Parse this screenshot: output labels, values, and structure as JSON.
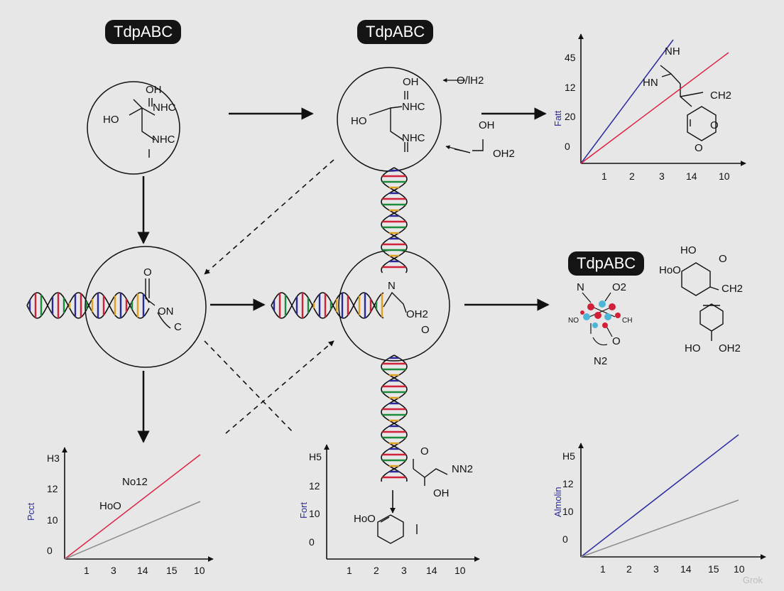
{
  "badges": {
    "top_left": "TdpABC",
    "top_center": "TdpABC",
    "mid_right": "TdpABC"
  },
  "molecule_labels": {
    "m1_oh": "OH",
    "m1_nhc_a": "NHC",
    "m1_ho": "HO",
    "m1_nhc_b": "NHC",
    "m2_oh": "OH",
    "m2_nhc_a": "NHC",
    "m2_ho": "HO",
    "m2_nhc_b": "NHC",
    "m2_side": "O/lH2",
    "m2_side2_oh": "OH",
    "m2_side2_oh2": "OH2",
    "m3_o": "O",
    "m3_onc": "ON",
    "m3_c": "C",
    "m4_n": "N",
    "m4_oh2": "OH2",
    "m4_o": "O",
    "tr_nh": "NH",
    "tr_hn": "HN",
    "tr_ch2": "CH2",
    "tr_o1": "O",
    "tr_o2": "O",
    "mr_n": "N",
    "mr_o2": "O2",
    "mr_no": "NO",
    "mr_ch": "CH",
    "mr_o": "O",
    "mr_n2": "N2",
    "mr_ho": "HO",
    "mr_hoo": "HoO",
    "mr_o_ring": "O",
    "mr_ch2": "CH2",
    "mr_ho2": "HO",
    "mr_oh2": "OH2",
    "bl_no12": "No12",
    "bl_hoo": "HoO",
    "bc_o": "O",
    "bc_nn2": "NN2",
    "bc_oh": "OH",
    "bc_hoo": "HoO"
  },
  "charts": {
    "top_right": {
      "ylabel": "Fatt",
      "yticks": [
        "45",
        "12",
        "20",
        "0"
      ],
      "xticks": [
        "1",
        "2",
        "3",
        "14",
        "10"
      ],
      "series_colors": [
        "#2b2ba0",
        "#e02045"
      ]
    },
    "bottom_left": {
      "ylabel": "Pcct",
      "yticks": [
        "H3",
        "12",
        "10",
        "0"
      ],
      "xticks": [
        "1",
        "3",
        "14",
        "15",
        "10"
      ],
      "series_colors": [
        "#e02045",
        "#8c8c8c"
      ]
    },
    "bottom_center": {
      "ylabel": "Fort",
      "yticks": [
        "H5",
        "12",
        "10",
        "0"
      ],
      "xticks": [
        "1",
        "2",
        "3",
        "14",
        "10"
      ]
    },
    "bottom_right": {
      "ylabel": "Almolin",
      "yticks": [
        "H5",
        "12",
        "10",
        "0"
      ],
      "xticks": [
        "1",
        "2",
        "3",
        "14",
        "15",
        "10"
      ],
      "series_colors": [
        "#2b2ba0",
        "#8c8c8c"
      ]
    }
  },
  "watermark": "Grok",
  "colors": {
    "background": "#e7e7e7",
    "badge": "#141414",
    "dna": [
      "#2a2a9a",
      "#d0203a",
      "#1f8a3a",
      "#e0a020"
    ]
  }
}
